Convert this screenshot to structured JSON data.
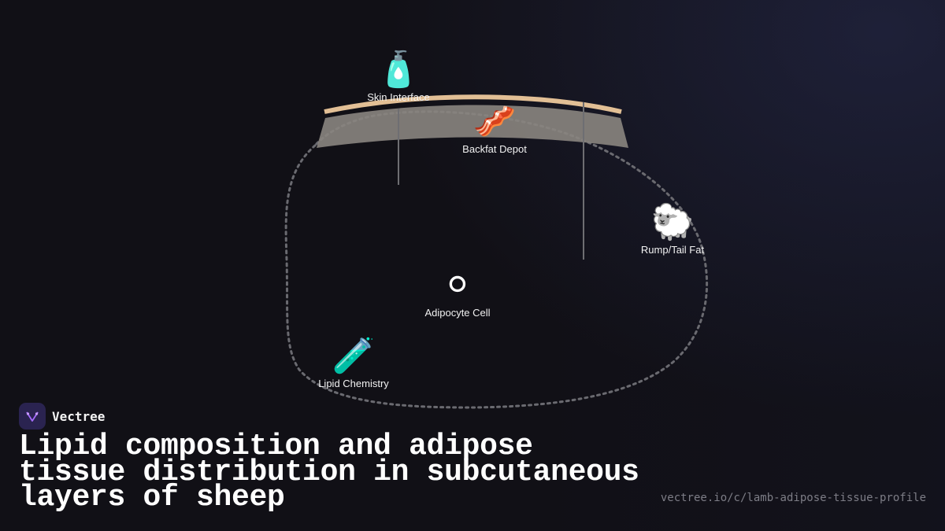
{
  "diagram": {
    "nodes": [
      {
        "id": "skin",
        "label": "Skin Interface",
        "icon_name": "lotion-bottle-icon",
        "glyph": "🧴"
      },
      {
        "id": "backfat",
        "label": "Backfat Depot",
        "icon_name": "bacon-icon",
        "glyph": "🥓"
      },
      {
        "id": "rump",
        "label": "Rump/Tail Fat",
        "icon_name": "sheep-icon",
        "glyph": "🐑"
      },
      {
        "id": "adipocyte",
        "label": "Adipocyte Cell",
        "icon_name": "white-circle-icon",
        "glyph": "⚪"
      },
      {
        "id": "lipid",
        "label": "Lipid Chemistry",
        "icon_name": "test-tube-icon",
        "glyph": "🧪"
      }
    ],
    "colors": {
      "skin_band": "#e2bf95",
      "fat_layer": "#8a8580",
      "dotted_outline": "#6a6a70",
      "connector": "#6e6e72"
    }
  },
  "brand": {
    "name": "Vectree",
    "logo_color": "#2a2350",
    "logo_accent": "#a56bff"
  },
  "title": "Lipid composition and adipose tissue distribution in subcutaneous layers of sheep",
  "url": "vectree.io/c/lamb-adipose-tissue-profile"
}
